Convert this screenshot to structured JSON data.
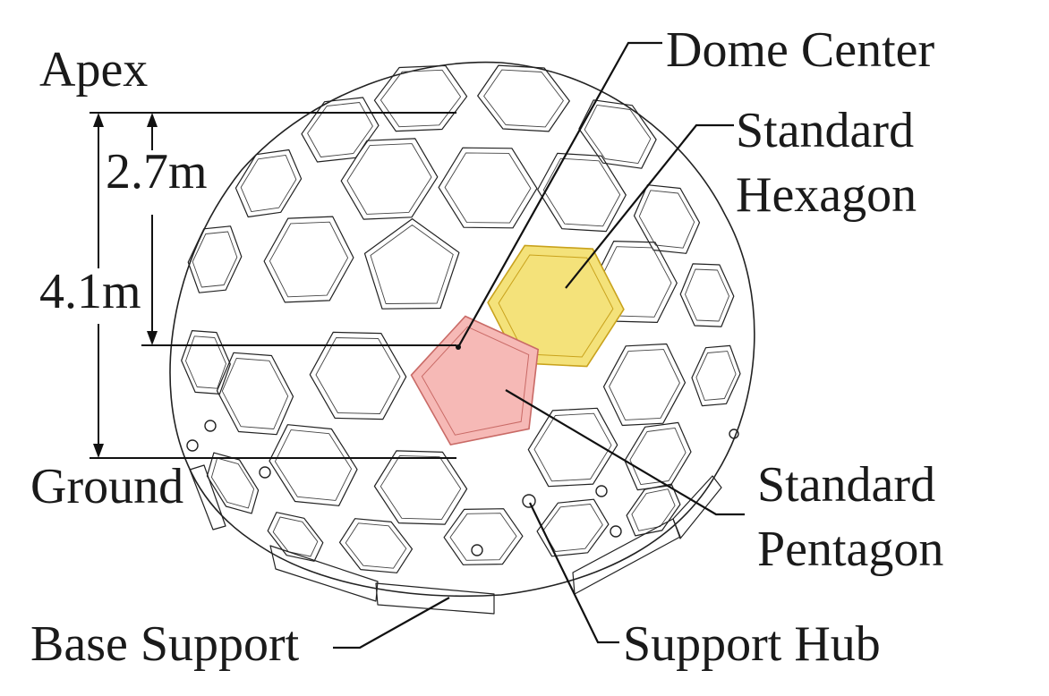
{
  "labels": {
    "apex": "Apex",
    "ground": "Ground",
    "dim_upper": "2.7m",
    "dim_total": "4.1m",
    "dome_center": "Dome Center",
    "hexagon_line1": "Standard",
    "hexagon_line2": "Hexagon",
    "pentagon_line1": "Standard",
    "pentagon_line2": "Pentagon",
    "support_hub": "Support Hub",
    "base_support": "Base Support"
  },
  "colors": {
    "hexagon_fill": "#f4e27a",
    "hexagon_stroke": "#c9a21c",
    "pentagon_fill": "#f6b9b6",
    "pentagon_stroke": "#c96a66",
    "line": "#111111"
  }
}
